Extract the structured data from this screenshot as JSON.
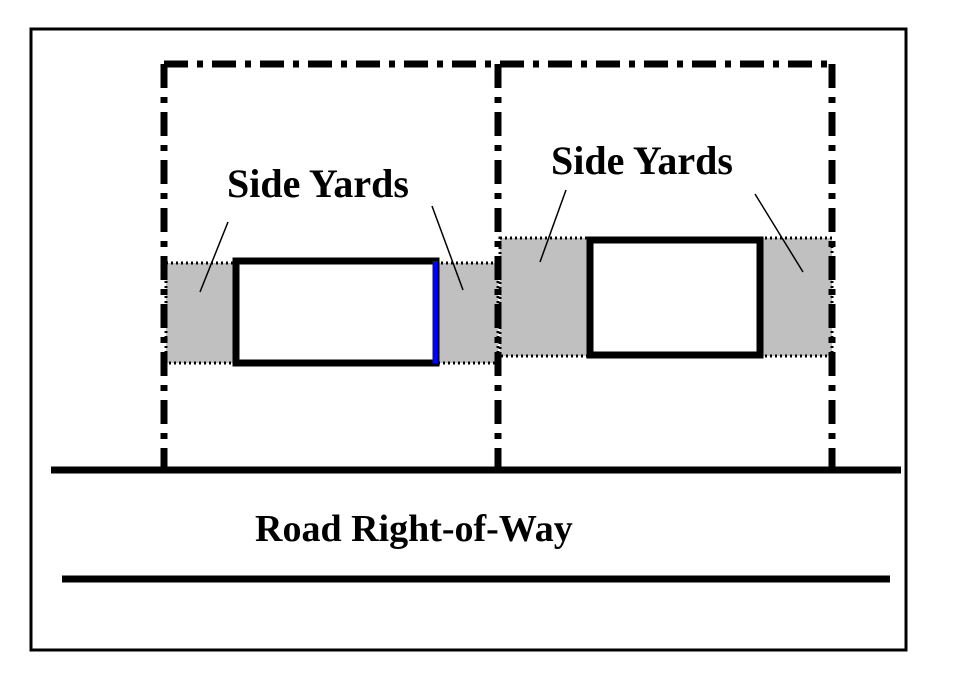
{
  "labels": {
    "side_yards_left": "Side Yards",
    "side_yards_right": "Side Yards",
    "road": "Road Right-of-Way"
  },
  "colors": {
    "frame": "#000000",
    "yard_fill": "#c0c0c0",
    "highlight_edge": "#0000ff",
    "background": "#ffffff"
  }
}
